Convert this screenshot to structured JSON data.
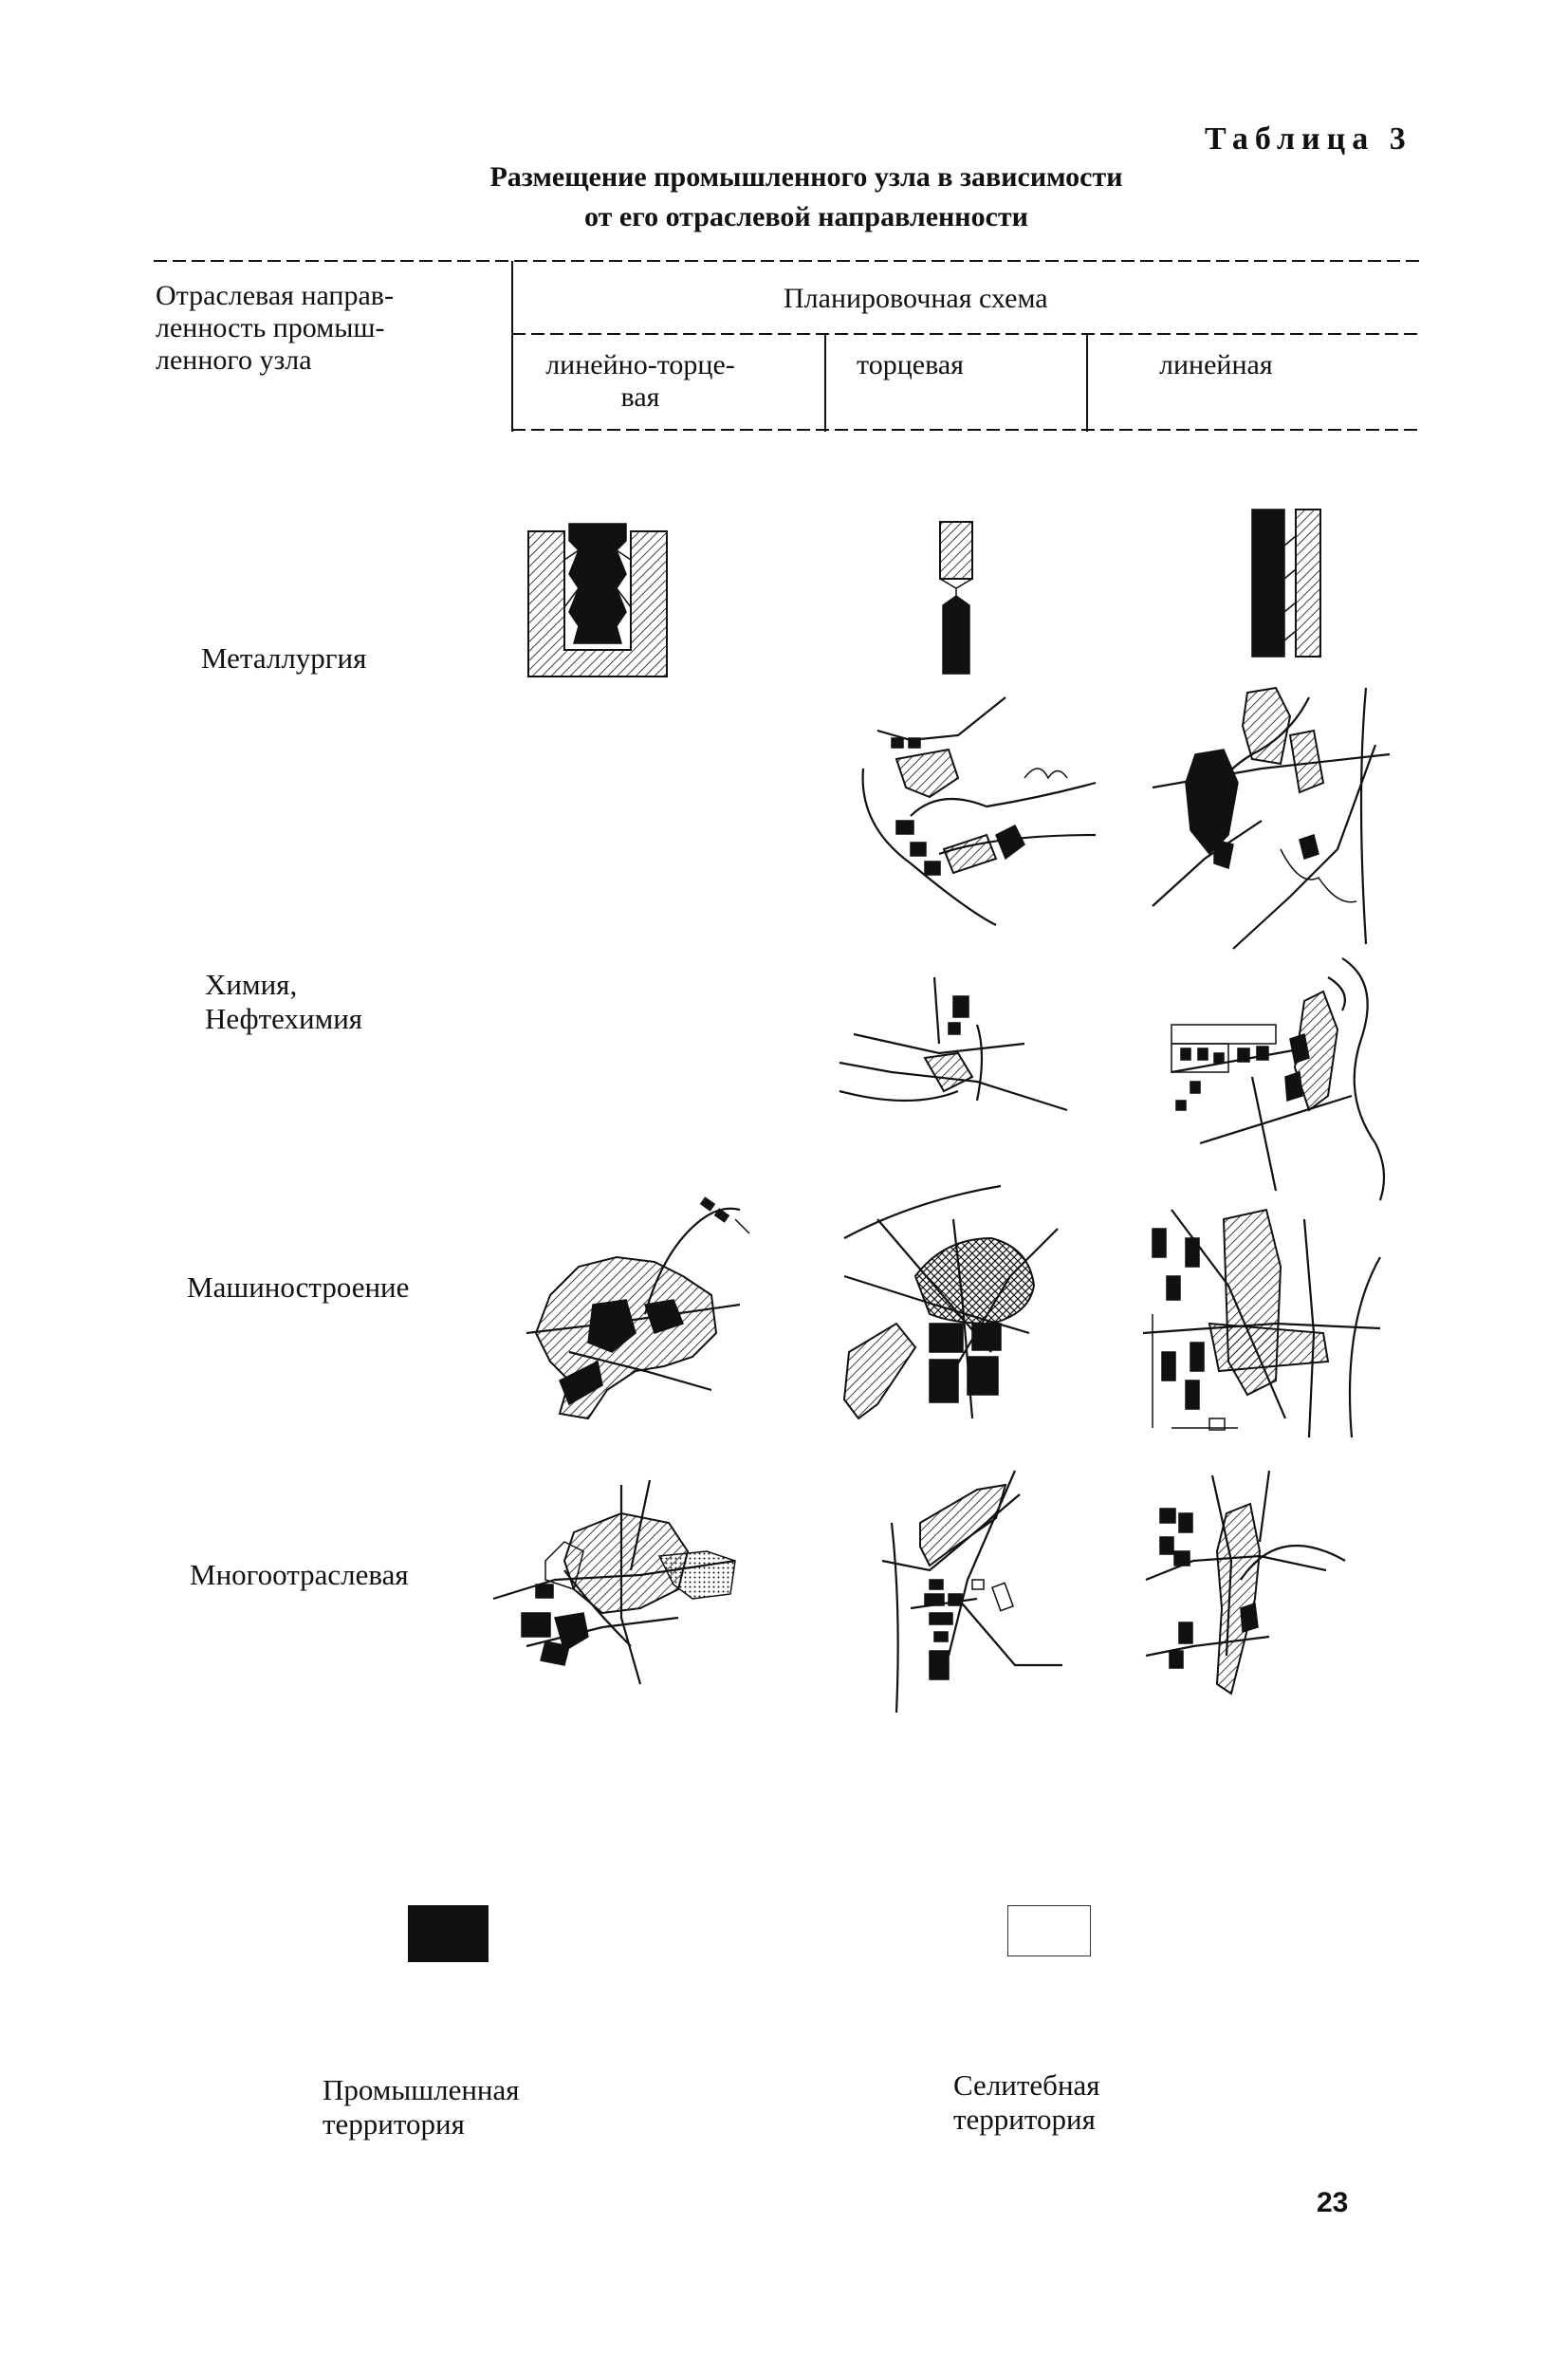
{
  "table": {
    "label": "Таблица 3",
    "title_line1": "Размещение промышленного узла в зависимости",
    "title_line2": "от его отраслевой направленности"
  },
  "header": {
    "first_col_line1": "Отраслевая направ-",
    "first_col_line2": "ленность промыш-",
    "first_col_line3": "ленного узла",
    "group": "Планировочная схема",
    "col_linear_end_line1": "линейно-торце-",
    "col_linear_end_line2": "вая",
    "col_end": "торцевая",
    "col_linear": "линейная"
  },
  "rows": {
    "metallurgy": "Металлургия",
    "chemistry_line1": "Химия,",
    "chemistry_line2": "Нефтехимия",
    "machinery": "Машиностроение",
    "multi": "Многоотраслевая"
  },
  "legend": {
    "industrial_line1": "Промышленная",
    "industrial_line2": "территория",
    "residential_line1": "Селитебная",
    "residential_line2": "территория",
    "industrial_color": "#111111",
    "residential_color": "#ffffff"
  },
  "page_number": "23"
}
